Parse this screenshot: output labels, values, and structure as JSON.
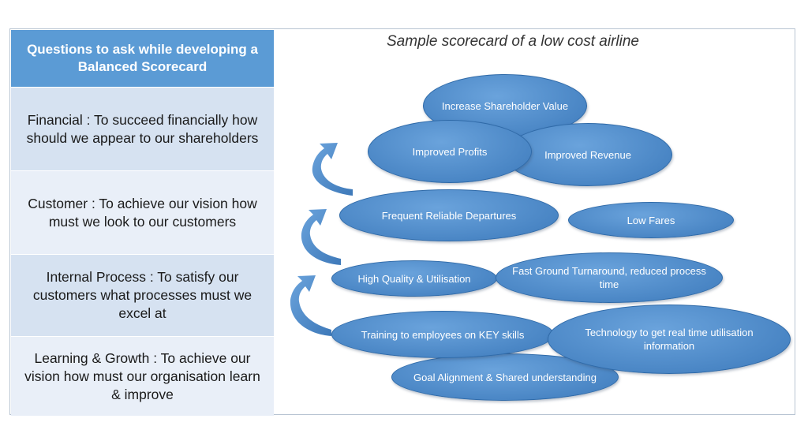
{
  "diagram": {
    "title": "Sample scorecard of a low cost airline"
  },
  "panel": {
    "header": "Questions to ask while developing a Balanced Scorecard",
    "questions": [
      "Financial : To succeed financially how should we appear to our shareholders",
      "Customer : To achieve our vision how must we look to our customers",
      "Internal Process : To satisfy our customers what processes must we excel at",
      "Learning & Growth : To achieve our vision how must our organisation learn & improve"
    ]
  },
  "nodes": {
    "shareholder_value": "Increase Shareholder Value",
    "improved_profits": "Improved Profits",
    "improved_revenue": "Improved Revenue",
    "frequent_departures": "Frequent Reliable Departures",
    "low_fares": "Low Fares",
    "high_quality": "High Quality & Utilisation",
    "fast_ground": "Fast Ground Turnaround, reduced process time",
    "training": "Training to employees on KEY skills",
    "technology": "Technology to get real time utilisation information",
    "goal_alignment": "Goal Alignment & Shared understanding"
  },
  "colors": {
    "header": "#5b9bd5",
    "cell_dark": "#d6e2f1",
    "cell_light": "#e9eff8",
    "ellipse": "#4a86c5",
    "arrow": "#4a86c5"
  }
}
